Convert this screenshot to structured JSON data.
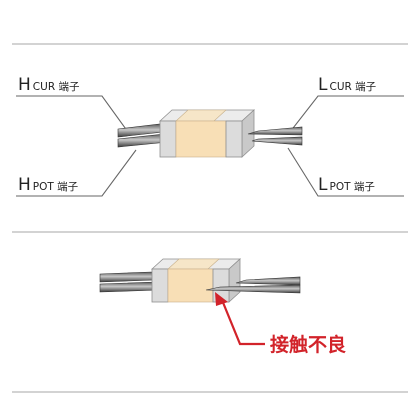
{
  "top_diagram": {
    "labels": {
      "h_cur": {
        "letter": "H",
        "suffix": "CUR 端子"
      },
      "l_cur": {
        "letter": "L",
        "suffix": "CUR 端子"
      },
      "h_pot": {
        "letter": "H",
        "suffix": "POT 端子"
      },
      "l_pot": {
        "letter": "L",
        "suffix": "POT 端子"
      }
    }
  },
  "bottom_diagram": {
    "callout": "接触不良"
  },
  "colors": {
    "frame": "#b9b9b9",
    "terminal": "#dcdcdc",
    "terminal_edge": "#9a9a9a",
    "chip_body": "#f8dfb6",
    "probe": "#7a7a7a",
    "probe_dark": "#3f3f3f",
    "leader_line": "#666666",
    "callout": "#d2232a"
  }
}
